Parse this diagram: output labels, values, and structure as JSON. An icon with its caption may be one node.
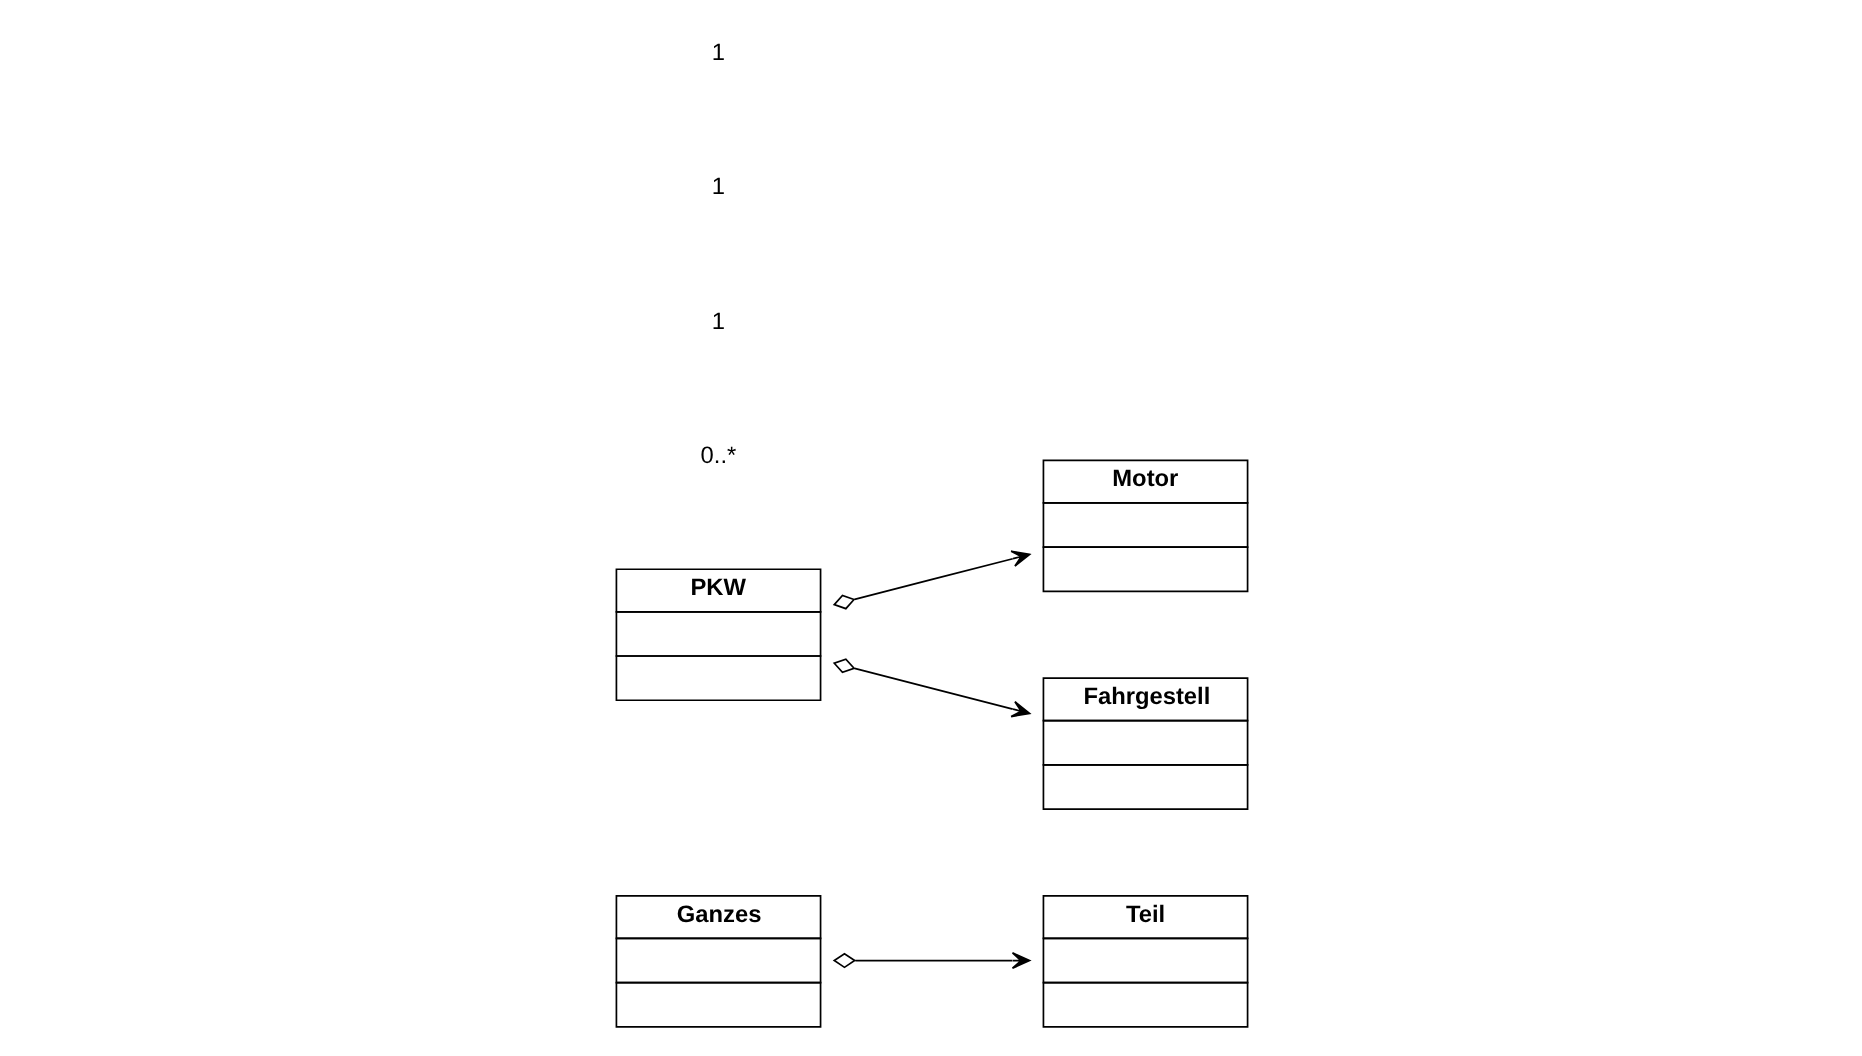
{
  "diagram": {
    "nodes": [
      {
        "text": [
          "Ganzes"
        ]
      },
      {
        "text": [
          "Teil"
        ]
      },
      {
        "text": [
          "PKW"
        ]
      },
      {
        "text": [
          "Motor"
        ]
      },
      {
        "text": [
          "Fahrgestell"
        ]
      }
    ],
    "edges": [
      {
        "from": 0,
        "to": 1,
        "arrow": "to"
      },
      {
        "from": 2,
        "to": 3,
        "arrow": "to"
      },
      {
        "from": 2,
        "to": 4,
        "arrow": "to"
      }
    ],
    "labels": [
      "0..*",
      "1",
      "1",
      "1"
    ]
  }
}
